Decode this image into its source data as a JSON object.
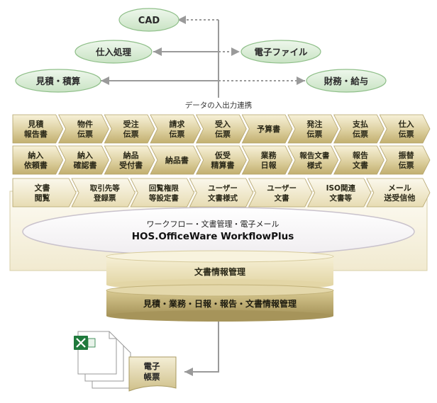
{
  "nodes": {
    "cad": "CAD",
    "purchase": "仕入処理",
    "e_file": "電子ファイル",
    "estimate": "見積・積算",
    "finance": "財務・給与"
  },
  "io_label": "データの入出力連携",
  "chevron_rows": [
    [
      [
        "見積",
        "報告書"
      ],
      [
        "物件",
        "伝票"
      ],
      [
        "受注",
        "伝票"
      ],
      [
        "請求",
        "伝票"
      ],
      [
        "受入",
        "伝票"
      ],
      [
        "予算書"
      ],
      [
        "発注",
        "伝票"
      ],
      [
        "支払",
        "伝票"
      ],
      [
        "仕入",
        "伝票"
      ]
    ],
    [
      [
        "納入",
        "依頼書"
      ],
      [
        "納入",
        "確認書"
      ],
      [
        "納品",
        "受付書"
      ],
      [
        "納品書"
      ],
      [
        "仮受",
        "精算書"
      ],
      [
        "業務",
        "日報"
      ],
      [
        "報告文書",
        "様式"
      ],
      [
        "報告",
        "文書"
      ],
      [
        "振替",
        "伝票"
      ]
    ],
    [
      [
        "文書",
        "閲覧"
      ],
      [
        "取引先等",
        "登録票"
      ],
      [
        "回覧権限",
        "等設定書"
      ],
      [
        "ユーザー",
        "文書様式"
      ],
      [
        "ユーザー",
        "文書"
      ],
      [
        "ISO関連",
        "文書等"
      ],
      [
        "メール",
        "送受信他"
      ]
    ]
  ],
  "workflow": {
    "subtitle": "ワークフロー・文書管理・電子メール",
    "product": "HOS.OfficeWare WorkflowPlus"
  },
  "db_upper": "文書情報管理",
  "db_lower": "見積・業務・日報・報告・文書情報管理",
  "e_form": [
    "電子",
    "帳票"
  ],
  "colors": {
    "oval_fill": "#d6ebd3",
    "oval_stroke": "#8fbf89",
    "chevron_light": "#f3edd3",
    "chevron_dark": "#c8b77a",
    "db_top": "#ede4bd",
    "db_bottom": "#b5a46a",
    "arrow": "#9a9a9a"
  }
}
